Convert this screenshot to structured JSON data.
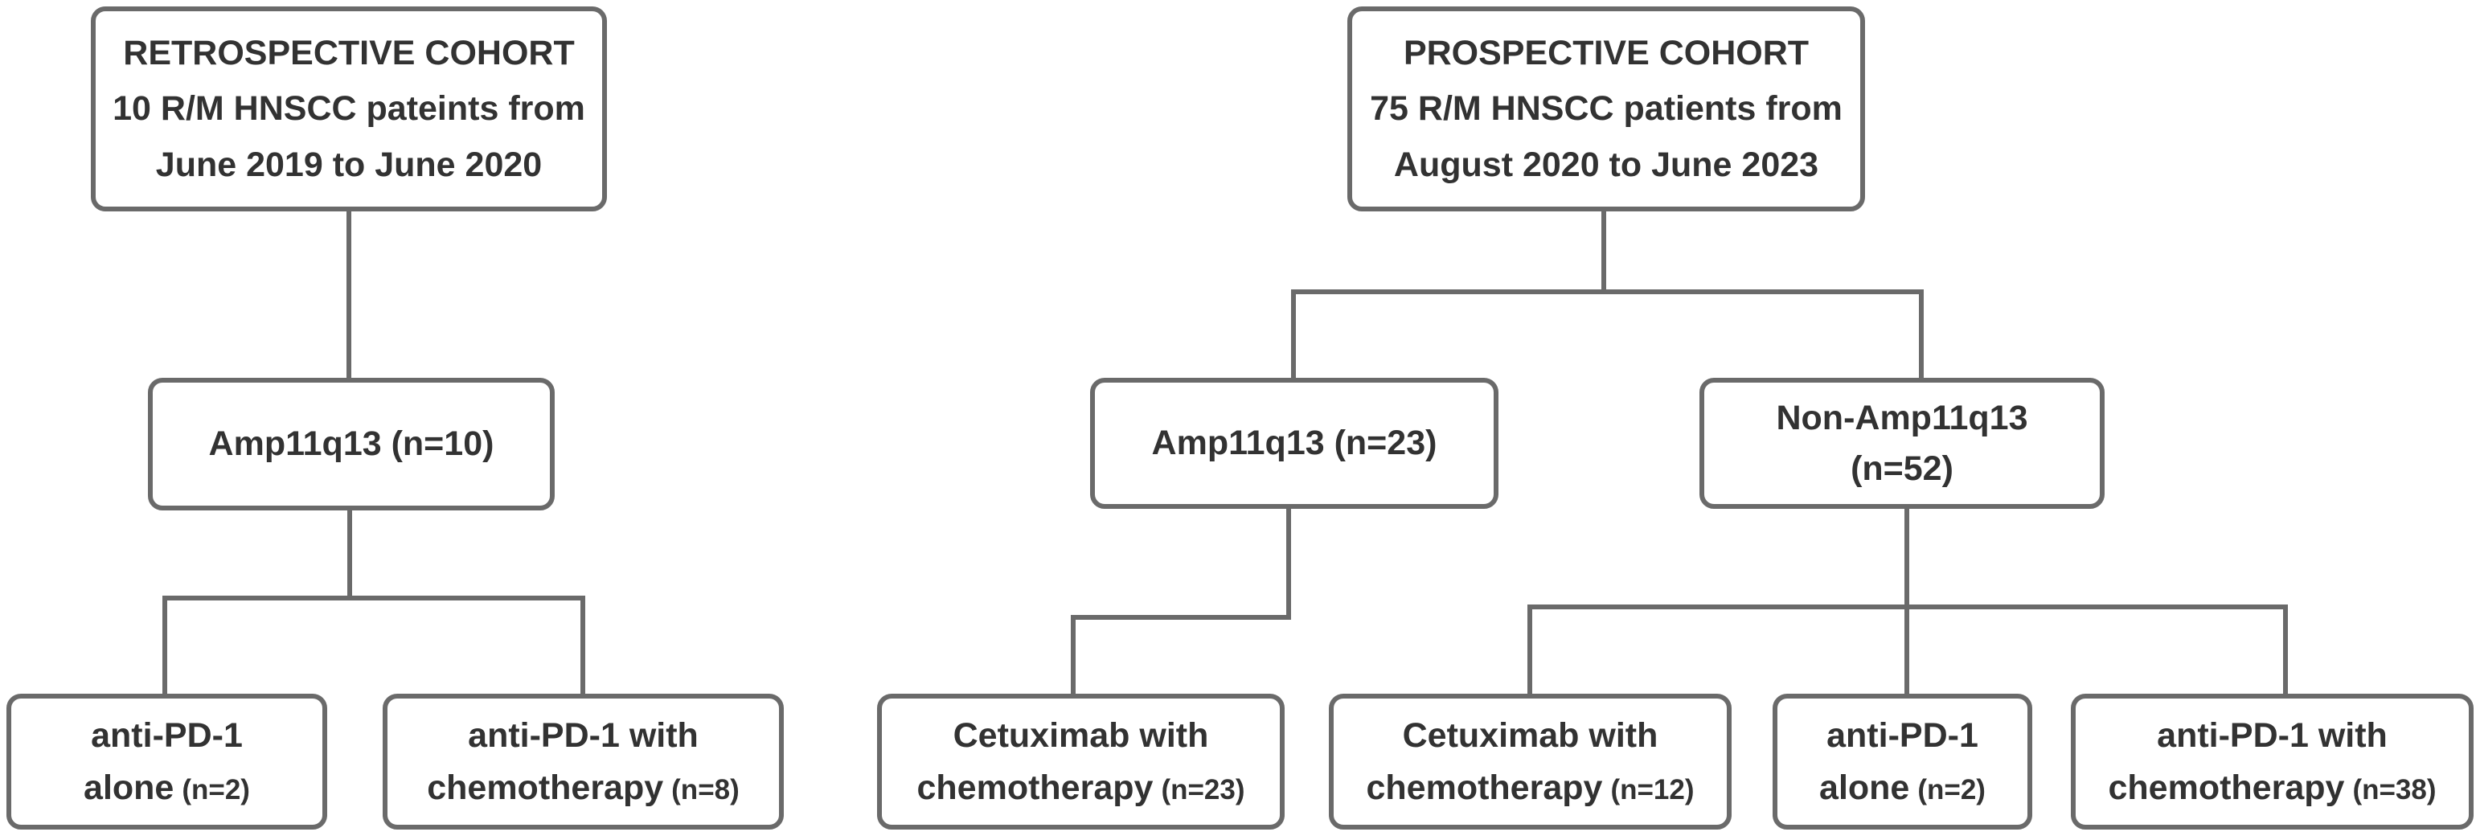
{
  "colors": {
    "box_border": "#6a6a6a",
    "connector": "#6a6a6a",
    "text": "#323232",
    "background": "#ffffff"
  },
  "retrospective_tree": {
    "root": {
      "line1": "RETROSPECTIVE COHORT",
      "line2": "10 R/M HNSCC pateints from",
      "line3": "June 2019 to June 2020"
    },
    "amp11q13": {
      "line1": "Amp11q13 (n=10)"
    },
    "anti_pd1_alone": {
      "line1": "anti-PD-1",
      "line2": "alone",
      "n": "(n=2)"
    },
    "anti_pd1_chemo": {
      "line1": "anti-PD-1 with",
      "line2": "chemotherapy",
      "n": "(n=8)"
    }
  },
  "prospective_tree": {
    "root": {
      "line1": "PROSPECTIVE COHORT",
      "line2": "75 R/M HNSCC patients from",
      "line3": "August 2020 to June 2023"
    },
    "amp11q13": {
      "line1": "Amp11q13 (n=23)"
    },
    "non_amp11q13": {
      "line1": "Non-Amp11q13",
      "line2": "(n=52)"
    },
    "cetuximab_chemo_amp": {
      "line1": "Cetuximab with",
      "line2": "chemotherapy",
      "n": "(n=23)"
    },
    "cetuximab_chemo_nonamp": {
      "line1": "Cetuximab with",
      "line2": "chemotherapy",
      "n": "(n=12)"
    },
    "anti_pd1_alone": {
      "line1": "anti-PD-1",
      "line2": "alone",
      "n": "(n=2)"
    },
    "anti_pd1_chemo": {
      "line1": "anti-PD-1 with",
      "line2": "chemotherapy",
      "n": "(n=38)"
    }
  }
}
